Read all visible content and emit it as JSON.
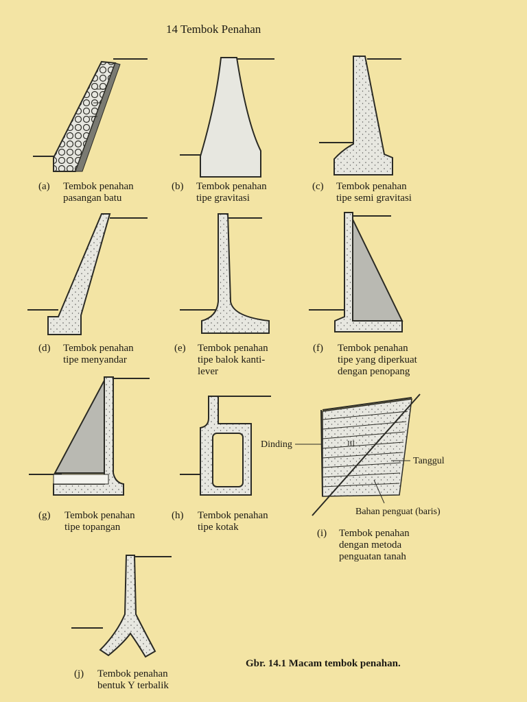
{
  "header": {
    "title": "14   Tembok Penahan"
  },
  "figure": {
    "caption": "Gbr. 14.1   Macam tembok penahan.",
    "items": [
      {
        "letter": "(a)",
        "lines": [
          "Tembok penahan",
          "pasangan batu"
        ]
      },
      {
        "letter": "(b)",
        "lines": [
          "Tembok penahan",
          "tipe gravitasi"
        ]
      },
      {
        "letter": "(c)",
        "lines": [
          "Tembok penahan",
          "tipe semi gravitasi"
        ]
      },
      {
        "letter": "(d)",
        "lines": [
          "Tembok penahan",
          "tipe menyandar"
        ]
      },
      {
        "letter": "(e)",
        "lines": [
          "Tembok penahan",
          "tipe balok kanti-",
          "lever"
        ]
      },
      {
        "letter": "(f)",
        "lines": [
          "Tembok penahan",
          "tipe yang diperkuat",
          "dengan penopang"
        ]
      },
      {
        "letter": "(g)",
        "lines": [
          "Tembok penahan",
          "tipe topangan"
        ]
      },
      {
        "letter": "(h)",
        "lines": [
          "Tembok penahan",
          "tipe kotak"
        ]
      },
      {
        "letter": "(i)",
        "lines": [
          "Tembok penahan",
          "dengan metoda",
          "penguatan tanah"
        ]
      },
      {
        "letter": "(j)",
        "lines": [
          "Tembok penahan",
          "bentuk Y terbalik"
        ]
      }
    ],
    "labels": {
      "dinding": "Dinding",
      "tanggul": "Tanggul",
      "bahan": "Bahan penguat (baris)"
    }
  }
}
